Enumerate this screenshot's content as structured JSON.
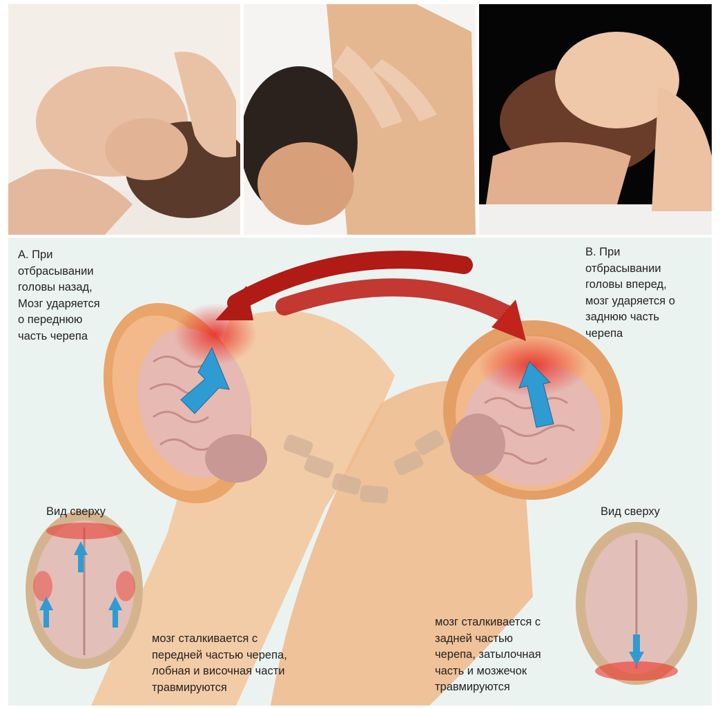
{
  "photos": [
    {
      "subject": "woman head massage, eyes closed, hands on temple"
    },
    {
      "subject": "man neck and shoulder massage"
    },
    {
      "subject": "woman cranial massage on black background"
    }
  ],
  "diagram": {
    "caption_a": "А. При\nотбрасывании\nголовы назад,\nМозг ударяется\nо переднюю\nчасть черепа",
    "caption_b": "В. При\nотбрасывании\nголовы вперед,\nмозг ударяется о\nзаднюю часть\nчерепа",
    "top_view_left": "Вид сверху",
    "top_view_right": "Вид сверху",
    "result_left": "мозг сталкивается с\nпередней частью черепа,\nлобная и височная части\nтравмируются",
    "result_right": "мозг сталкивается с\nзадней частью\nчерепа, затылочная\nчасть и мозжечок\nтравмируются"
  },
  "colors": {
    "background": "#ebf3f1",
    "skin": "#f3b98a",
    "brain": "#e7b9b3",
    "impact": "#e8352c",
    "arrow_blue": "#2f9bd3",
    "motion_arrow": "#b01b16"
  }
}
